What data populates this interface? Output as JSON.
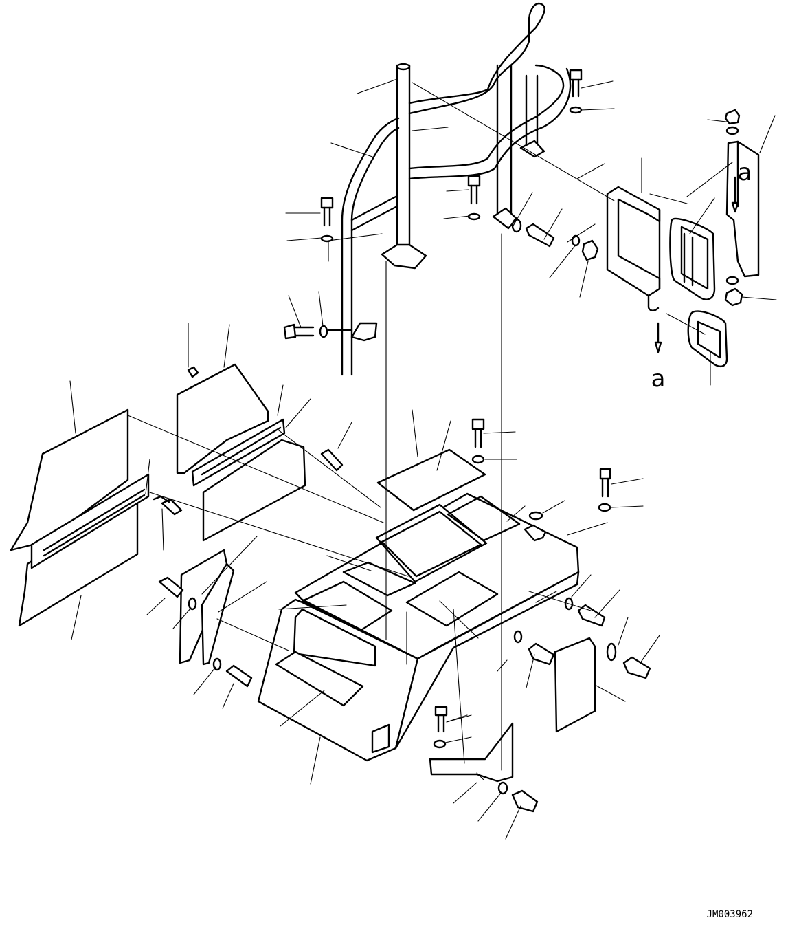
{
  "drawing": {
    "code": "JM003962",
    "detail_marker_top": "a",
    "detail_marker_bottom": "a"
  }
}
